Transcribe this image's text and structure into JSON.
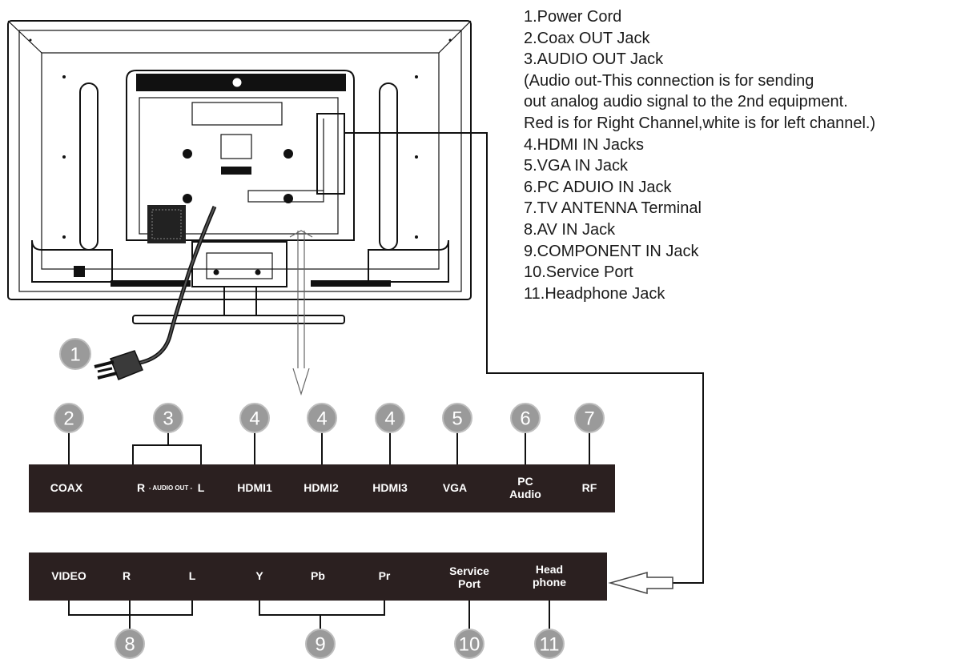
{
  "legend": [
    "1.Power Cord",
    "2.Coax OUT Jack",
    "3.AUDIO OUT Jack",
    "(Audio out-This connection is for sending",
    "out analog audio signal to the 2nd equipment.",
    "Red is for Right Channel,white is for left channel.)",
    "4.HDMI IN Jacks",
    "5.VGA IN Jack",
    "6.PC ADUIO IN Jack",
    "7.TV ANTENNA Terminal",
    "8.AV IN Jack",
    "9.COMPONENT IN Jack",
    "10.Service Port",
    "11.Headphone Jack"
  ],
  "callouts": {
    "c1": "1",
    "c2": "2",
    "c3": "3",
    "c4a": "4",
    "c4b": "4",
    "c4c": "4",
    "c5": "5",
    "c6": "6",
    "c7": "7",
    "c8": "8",
    "c9": "9",
    "c10": "10",
    "c11": "11"
  },
  "top_panel": {
    "coax": "COAX",
    "r": "R",
    "audio_out": "- AUDIO OUT -",
    "l": "L",
    "hdmi1": "HDMI1",
    "hdmi2": "HDMI2",
    "hdmi3": "HDMI3",
    "vga": "VGA",
    "pc_line1": "PC",
    "pc_line2": "Audio",
    "rf": "RF"
  },
  "bottom_panel": {
    "video": "VIDEO",
    "r": "R",
    "l": "L",
    "y": "Y",
    "pb": "Pb",
    "pr": "Pr",
    "service_line1": "Service",
    "service_line2": "Port",
    "head_line1": "Head",
    "head_line2": "phone"
  },
  "colors": {
    "panel": "#2b2020",
    "callout": "#9a9a9a",
    "line": "#111111"
  }
}
